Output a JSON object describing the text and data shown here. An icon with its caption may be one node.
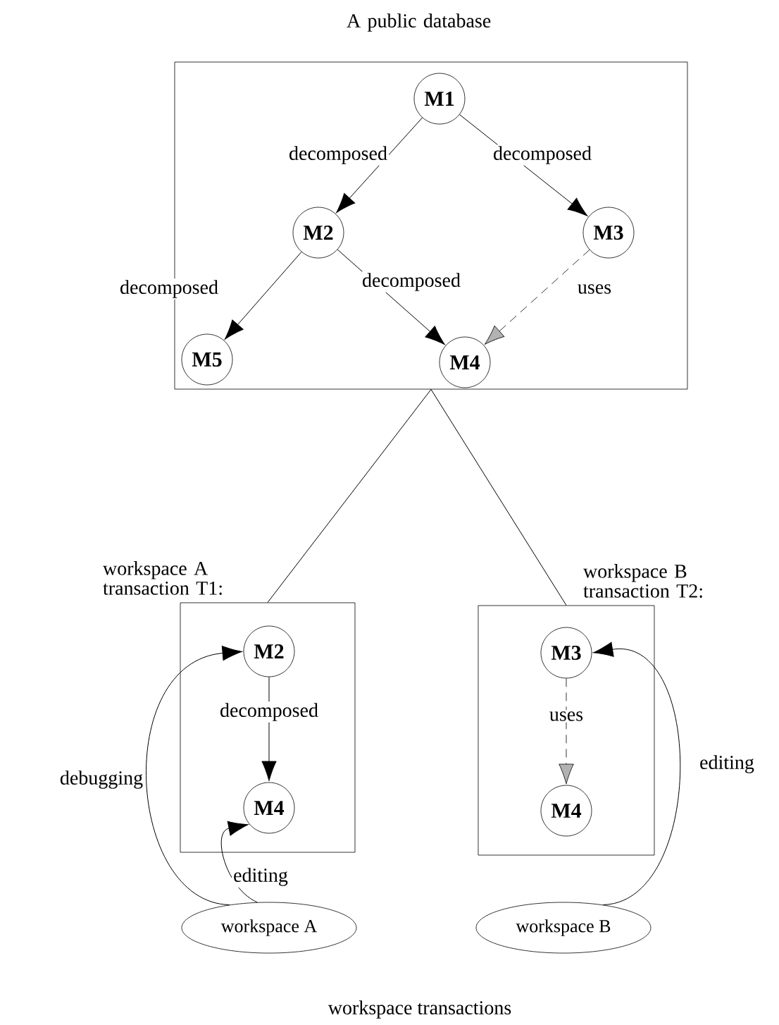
{
  "diagram": {
    "caption": "workspace transactions",
    "nodes": [
      {
        "text": [
          "A public database"
        ]
      },
      {
        "text": [
          "M1"
        ],
        "in": 0
      },
      {
        "text": [
          "M2"
        ],
        "in": 0
      },
      {
        "text": [
          "M3"
        ],
        "in": 0
      },
      {
        "text": [
          "M5"
        ],
        "in": 0
      },
      {
        "text": [
          "M4"
        ],
        "in": 0
      },
      {
        "text": [
          "workspace A transaction T1:"
        ]
      },
      {
        "text": [
          "M2"
        ],
        "in": 6
      },
      {
        "text": [
          "M4"
        ],
        "in": 6
      },
      {
        "text": [
          "workspace B transaction T2:"
        ]
      },
      {
        "text": [
          "M3"
        ],
        "in": 9
      },
      {
        "text": [
          "M4"
        ],
        "in": 9
      },
      {
        "text": [
          "workspace A"
        ]
      },
      {
        "text": [
          "workspace B"
        ]
      }
    ],
    "edges": [
      {
        "from": 1,
        "to": 2,
        "arrow": "to",
        "label": "decomposed"
      },
      {
        "from": 1,
        "to": 3,
        "arrow": "to",
        "label": "decomposed"
      },
      {
        "from": 2,
        "to": 4,
        "arrow": "to",
        "label": "decomposed"
      },
      {
        "from": 2,
        "to": 5,
        "arrow": "to",
        "label": "decomposed"
      },
      {
        "from": 3,
        "to": 5,
        "arrow": "to",
        "label": "uses",
        "style": "dashed"
      },
      {
        "from": 0,
        "to": 6,
        "arrow": "none"
      },
      {
        "from": 0,
        "to": 9,
        "arrow": "none"
      },
      {
        "from": 7,
        "to": 8,
        "arrow": "to",
        "label": "decomposed"
      },
      {
        "from": 10,
        "to": 11,
        "arrow": "to",
        "label": "uses",
        "style": "dashed"
      },
      {
        "from": 12,
        "to": 7,
        "arrow": "to",
        "label": "debugging"
      },
      {
        "from": 12,
        "to": 8,
        "arrow": "to",
        "label": "editing"
      },
      {
        "from": 13,
        "to": 10,
        "arrow": "to",
        "label": "editing"
      }
    ]
  }
}
